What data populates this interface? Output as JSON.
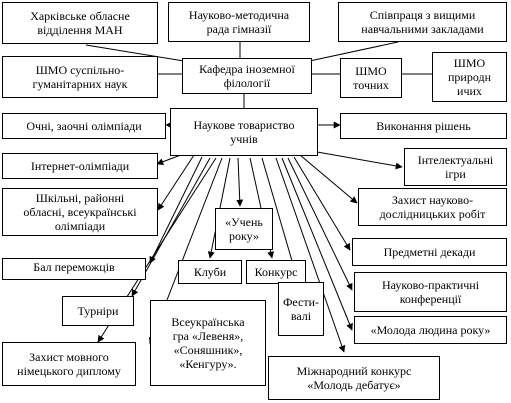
{
  "diagram": {
    "nodes": {
      "kharkiv_man": "Харківське обласне\nвідділення МАН",
      "method_council": "Науково-методична\nрада гімназії",
      "cooperation_universities": "Співпраця з вищими\nнавчальними закладами",
      "shmo_humanities": "ШМО суспільно-\nгуманітарних наук",
      "foreign_philology_dept": "Кафедра іноземної\nфілології",
      "shmo_exact": "ШМО\nточних",
      "shmo_natural": "ШМО\nприродн\nичих",
      "fulltime_correspondence_olympiads": "Очні, заочні олімпіади",
      "scientific_society": "Наукове товариство\nучнів",
      "decision_execution": "Виконання рішень",
      "internet_olympiads": "Інтернет-олімпіади",
      "intellectual_games": "Інтелектуальні\nігри",
      "school_olympiads": "Шкільні, районні\nобласні, всеукраїнські\nолімпіади",
      "research_defense": "Захист науково-\nдослідницьких робіт",
      "student_of_year": "«Учень\nроку»",
      "subject_decades": "Предметні декади",
      "winners_ball": "Бал переможців",
      "clubs": "Клуби",
      "contest": "Конкурс",
      "conferences": "Науково-практичні\nконференції",
      "tournaments": "Турніри",
      "festivals": "Фести-\nвалі",
      "national_games": "Всеукраїнська\nгра «Левеня»,\n«Соняшник»,\n«Кенгуру».",
      "young_person_of_year": "«Молода людина року»",
      "german_diploma_defense": "Захист мовного\nнімецького диплому",
      "intl_contest_debates": "Міжнародний конкурс\n«Молодь дебатує»"
    }
  }
}
